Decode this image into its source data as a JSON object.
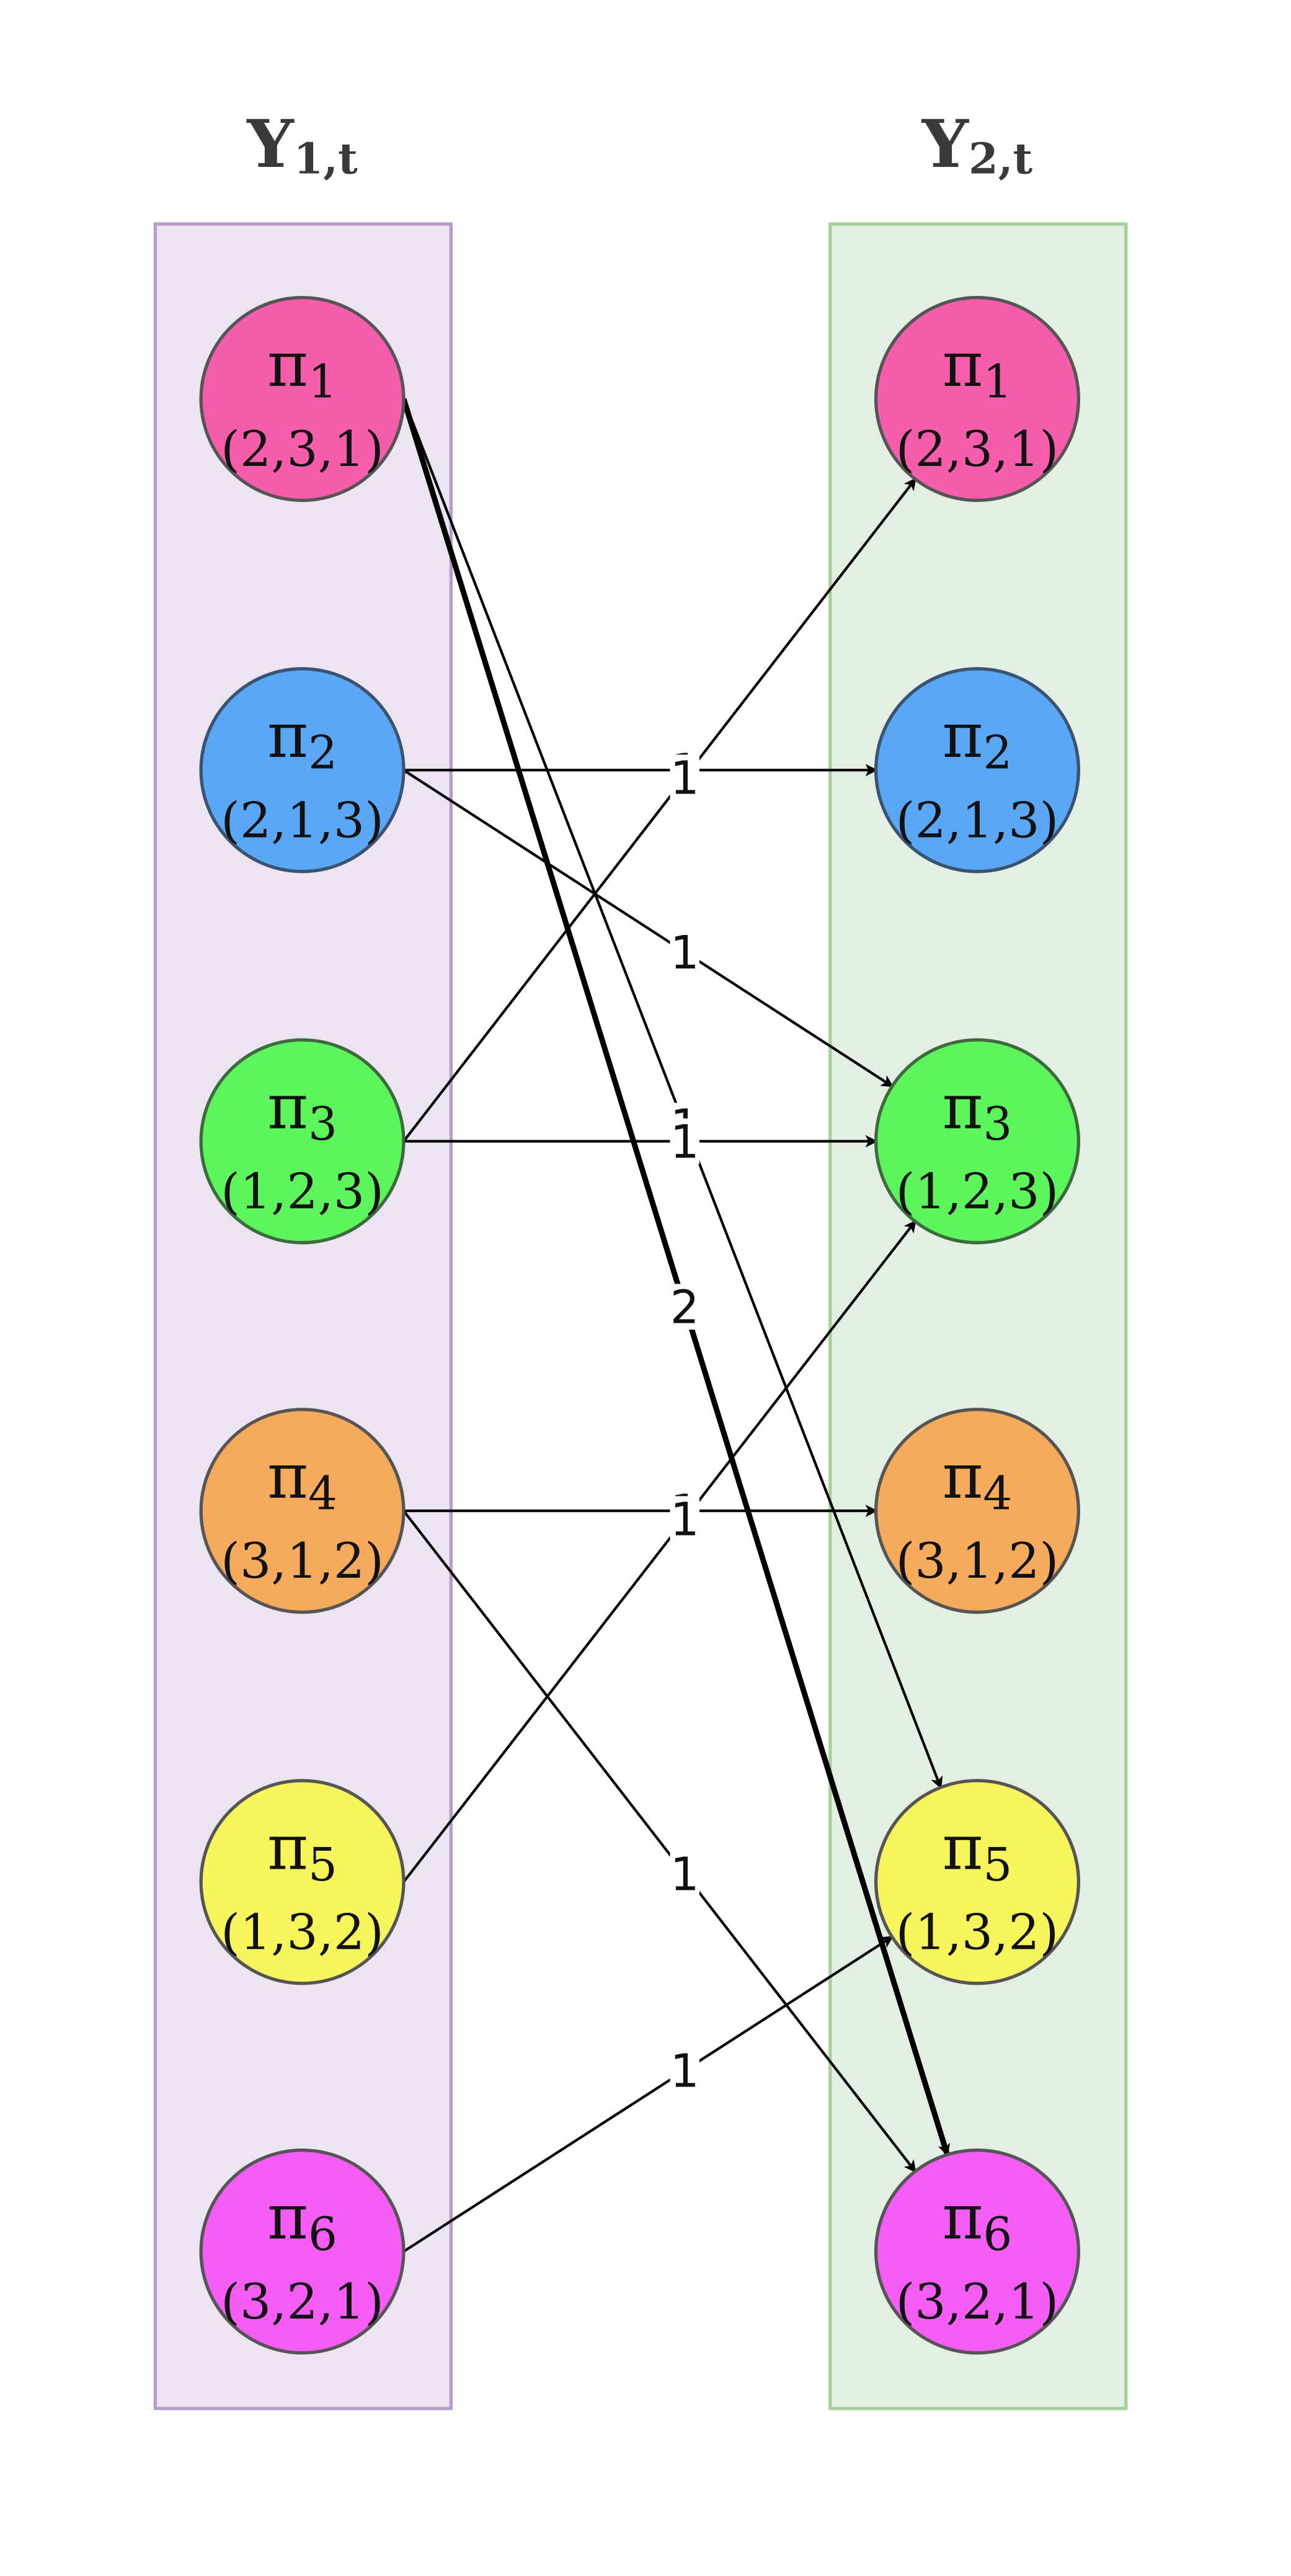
{
  "columns": [
    {
      "id": "left",
      "title_main": "Y",
      "title_sub": "1,t",
      "fill": "#ece4f0",
      "stroke": "#b79cc9",
      "nodes": [
        {
          "sym": "π",
          "idx": "1",
          "perm": "(2,3,1)",
          "fill": "#f65dab",
          "stroke": "#555555"
        },
        {
          "sym": "π",
          "idx": "2",
          "perm": "(2,1,3)",
          "fill": "#5aa7f6",
          "stroke": "#3a5370"
        },
        {
          "sym": "π",
          "idx": "3",
          "perm": "(1,2,3)",
          "fill": "#5cf65c",
          "stroke": "#3d6b3d"
        },
        {
          "sym": "π",
          "idx": "4",
          "perm": "(3,1,2)",
          "fill": "#f6aa5c",
          "stroke": "#555555"
        },
        {
          "sym": "π",
          "idx": "5",
          "perm": "(1,3,2)",
          "fill": "#f6f65c",
          "stroke": "#555555"
        },
        {
          "sym": "π",
          "idx": "6",
          "perm": "(3,2,1)",
          "fill": "#f65cf6",
          "stroke": "#555555"
        }
      ]
    },
    {
      "id": "right",
      "title_main": "Y",
      "title_sub": "2,t",
      "fill": "#e3efe3",
      "stroke": "#a7cf9a",
      "nodes": [
        {
          "sym": "π",
          "idx": "1",
          "perm": "(2,3,1)",
          "fill": "#f65dab",
          "stroke": "#555555"
        },
        {
          "sym": "π",
          "idx": "2",
          "perm": "(2,1,3)",
          "fill": "#5aa7f6",
          "stroke": "#3a5370"
        },
        {
          "sym": "π",
          "idx": "3",
          "perm": "(1,2,3)",
          "fill": "#5cf65c",
          "stroke": "#3d6b3d"
        },
        {
          "sym": "π",
          "idx": "4",
          "perm": "(3,1,2)",
          "fill": "#f6aa5c",
          "stroke": "#555555"
        },
        {
          "sym": "π",
          "idx": "5",
          "perm": "(1,3,2)",
          "fill": "#f6f65c",
          "stroke": "#555555"
        },
        {
          "sym": "π",
          "idx": "6",
          "perm": "(3,2,1)",
          "fill": "#f65cf6",
          "stroke": "#555555"
        }
      ]
    }
  ],
  "edges": [
    {
      "from": 1,
      "to": 6,
      "label": "2",
      "weight": 2
    },
    {
      "from": 1,
      "to": 5,
      "label": "1",
      "weight": 1
    },
    {
      "from": 2,
      "to": 2,
      "label": "1",
      "weight": 1
    },
    {
      "from": 2,
      "to": 3,
      "label": "1",
      "weight": 1
    },
    {
      "from": 3,
      "to": 1,
      "label": "1",
      "weight": 1
    },
    {
      "from": 3,
      "to": 3,
      "label": "1",
      "weight": 1
    },
    {
      "from": 4,
      "to": 4,
      "label": "1",
      "weight": 1
    },
    {
      "from": 4,
      "to": 6,
      "label": "1",
      "weight": 1
    },
    {
      "from": 5,
      "to": 3,
      "label": "1",
      "weight": 1
    },
    {
      "from": 6,
      "to": 5,
      "label": "1",
      "weight": 1
    }
  ],
  "colors": {
    "edge": "#000000",
    "label_bg": "#ffffff"
  }
}
